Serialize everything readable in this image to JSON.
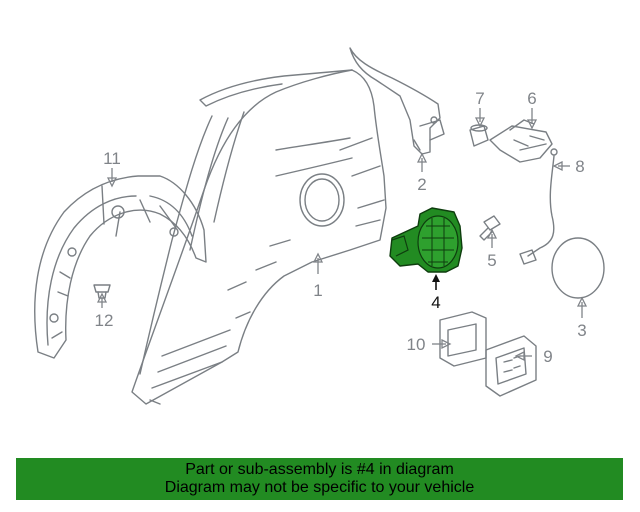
{
  "diagram": {
    "callouts": [
      {
        "id": "1",
        "label": "1"
      },
      {
        "id": "2",
        "label": "2"
      },
      {
        "id": "3",
        "label": "3"
      },
      {
        "id": "4",
        "label": "4",
        "highlighted": true
      },
      {
        "id": "5",
        "label": "5"
      },
      {
        "id": "6",
        "label": "6"
      },
      {
        "id": "7",
        "label": "7"
      },
      {
        "id": "8",
        "label": "8"
      },
      {
        "id": "9",
        "label": "9"
      },
      {
        "id": "10",
        "label": "10"
      },
      {
        "id": "11",
        "label": "11"
      },
      {
        "id": "12",
        "label": "12"
      }
    ],
    "highlight_color": "#228b22",
    "line_color": "#7a7f84"
  },
  "banner": {
    "line1": "Part or sub-assembly is #4 in diagram",
    "line2": "Diagram may not be specific to your vehicle",
    "background": "#228b22"
  }
}
